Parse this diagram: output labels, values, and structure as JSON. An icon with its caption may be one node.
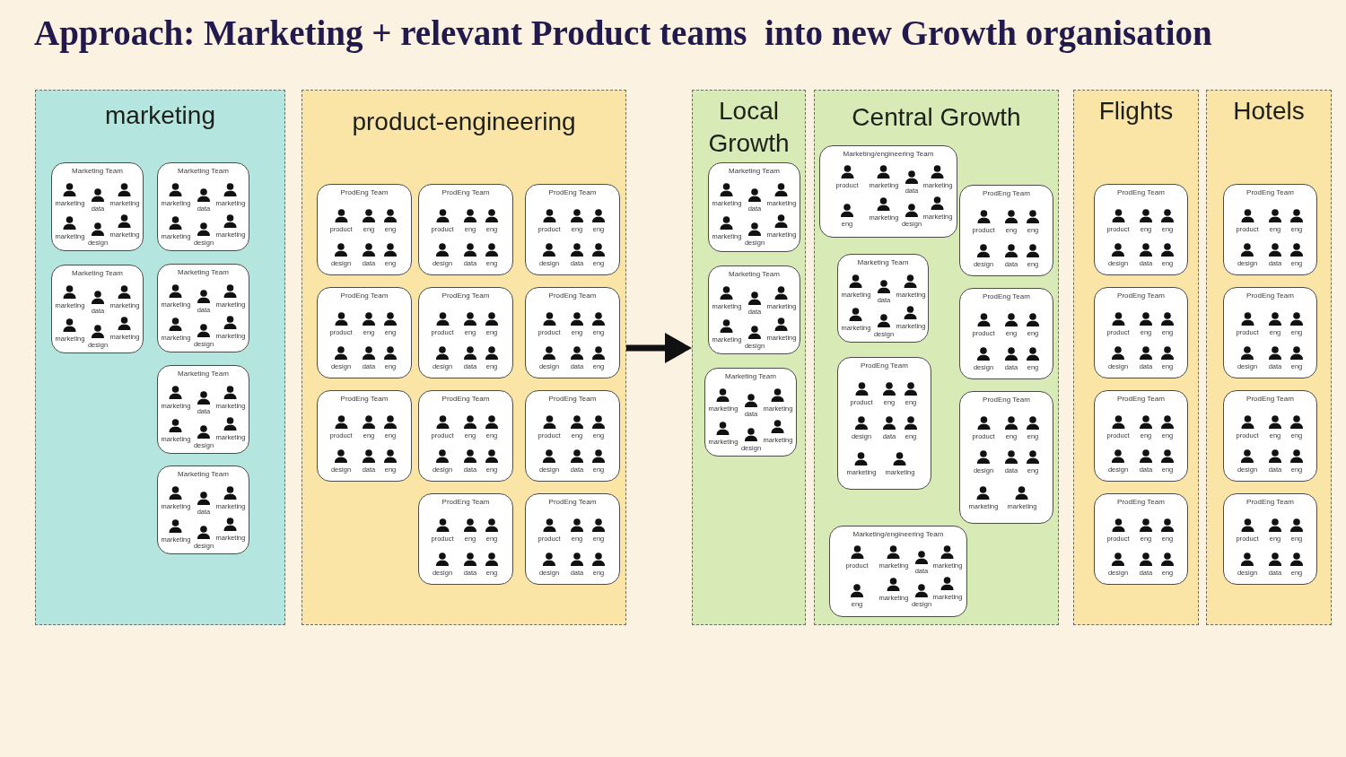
{
  "diagram": {
    "title": "Approach: Marketing + relevant Product teams  into new Growth organisation",
    "nodes": [
      {
        "text": [
          "marketing"
        ]
      },
      {
        "text": [
          "Marketing Team",
          "marketing",
          "data",
          "marketing",
          "marketing",
          "design",
          "marketing"
        ],
        "in": 0
      },
      {
        "text": [
          "Marketing Team",
          "marketing",
          "data",
          "marketing",
          "marketing",
          "design",
          "marketing"
        ],
        "in": 0
      },
      {
        "text": [
          "Marketing Team",
          "marketing",
          "data",
          "marketing",
          "marketing",
          "design",
          "marketing"
        ],
        "in": 0
      },
      {
        "text": [
          "Marketing Team",
          "marketing",
          "data",
          "marketing",
          "marketing",
          "design",
          "marketing"
        ],
        "in": 0
      },
      {
        "text": [
          "Marketing Team",
          "marketing",
          "data",
          "marketing",
          "marketing",
          "design",
          "marketing"
        ],
        "in": 0
      },
      {
        "text": [
          "Marketing Team",
          "marketing",
          "data",
          "marketing",
          "marketing",
          "design",
          "marketing"
        ],
        "in": 0
      },
      {
        "text": [
          "product-engineering"
        ]
      },
      {
        "text": [
          "ProdEng Team",
          "product",
          "eng",
          "eng",
          "design",
          "data",
          "eng"
        ],
        "in": 7
      },
      {
        "text": [
          "ProdEng Team",
          "product",
          "eng",
          "eng",
          "design",
          "data",
          "eng"
        ],
        "in": 7
      },
      {
        "text": [
          "ProdEng Team",
          "product",
          "eng",
          "eng",
          "design",
          "data",
          "eng"
        ],
        "in": 7
      },
      {
        "text": [
          "ProdEng Team",
          "product",
          "eng",
          "eng",
          "design",
          "data",
          "eng"
        ],
        "in": 7
      },
      {
        "text": [
          "ProdEng Team",
          "product",
          "eng",
          "eng",
          "design",
          "data",
          "eng"
        ],
        "in": 7
      },
      {
        "text": [
          "ProdEng Team",
          "product",
          "eng",
          "eng",
          "design",
          "data",
          "eng"
        ],
        "in": 7
      },
      {
        "text": [
          "ProdEng Team",
          "product",
          "eng",
          "eng",
          "design",
          "data",
          "eng"
        ],
        "in": 7
      },
      {
        "text": [
          "ProdEng Team",
          "product",
          "eng",
          "eng",
          "design",
          "data",
          "eng"
        ],
        "in": 7
      },
      {
        "text": [
          "ProdEng Team",
          "product",
          "eng",
          "eng",
          "design",
          "data",
          "eng"
        ],
        "in": 7
      },
      {
        "text": [
          "ProdEng Team",
          "product",
          "eng",
          "eng",
          "design",
          "data",
          "eng"
        ],
        "in": 7
      },
      {
        "text": [
          "ProdEng Team",
          "product",
          "eng",
          "eng",
          "design",
          "data",
          "eng"
        ],
        "in": 7
      },
      {
        "text": [
          "Local Growth"
        ]
      },
      {
        "text": [
          "Marketing Team",
          "marketing",
          "data",
          "marketing",
          "marketing",
          "design",
          "marketing"
        ],
        "in": 19
      },
      {
        "text": [
          "Marketing Team",
          "marketing",
          "data",
          "marketing",
          "marketing",
          "design",
          "marketing"
        ],
        "in": 19
      },
      {
        "text": [
          "Marketing Team",
          "marketing",
          "data",
          "marketing",
          "marketing",
          "design",
          "marketing"
        ],
        "in": 19
      },
      {
        "text": [
          "Central Growth"
        ]
      },
      {
        "text": [
          "Marketing/engineering Team",
          "product",
          "marketing",
          "data",
          "marketing",
          "eng",
          "marketing",
          "design",
          "marketing"
        ],
        "in": 23
      },
      {
        "text": [
          "ProdEng Team",
          "product",
          "eng",
          "eng",
          "design",
          "data",
          "eng"
        ],
        "in": 23
      },
      {
        "text": [
          "Marketing Team",
          "marketing",
          "data",
          "marketing",
          "marketing",
          "design",
          "marketing"
        ],
        "in": 23
      },
      {
        "text": [
          "ProdEng Team",
          "product",
          "eng",
          "eng",
          "design",
          "data",
          "eng"
        ],
        "in": 23
      },
      {
        "text": [
          "ProdEng Team",
          "product",
          "eng",
          "eng",
          "design",
          "data",
          "eng",
          "marketing",
          "marketing"
        ],
        "in": 23
      },
      {
        "text": [
          "ProdEng Team",
          "product",
          "eng",
          "eng",
          "design",
          "data",
          "eng",
          "marketing",
          "marketing"
        ],
        "in": 23
      },
      {
        "text": [
          "Marketing/engineering Team",
          "product",
          "marketing",
          "data",
          "marketing",
          "eng",
          "marketing",
          "design",
          "marketing"
        ],
        "in": 23
      },
      {
        "text": [
          "Flights"
        ]
      },
      {
        "text": [
          "ProdEng Team",
          "product",
          "eng",
          "eng",
          "design",
          "data",
          "eng"
        ],
        "in": 31
      },
      {
        "text": [
          "ProdEng Team",
          "product",
          "eng",
          "eng",
          "design",
          "data",
          "eng"
        ],
        "in": 31
      },
      {
        "text": [
          "ProdEng Team",
          "product",
          "eng",
          "eng",
          "design",
          "data",
          "eng"
        ],
        "in": 31
      },
      {
        "text": [
          "ProdEng Team",
          "product",
          "eng",
          "eng",
          "design",
          "data",
          "eng"
        ],
        "in": 31
      },
      {
        "text": [
          "Hotels"
        ]
      },
      {
        "text": [
          "ProdEng Team",
          "product",
          "eng",
          "eng",
          "design",
          "data",
          "eng"
        ],
        "in": 36
      },
      {
        "text": [
          "ProdEng Team",
          "product",
          "eng",
          "eng",
          "design",
          "data",
          "eng"
        ],
        "in": 36
      },
      {
        "text": [
          "ProdEng Team",
          "product",
          "eng",
          "eng",
          "design",
          "data",
          "eng"
        ],
        "in": 36
      },
      {
        "text": [
          "ProdEng Team",
          "product",
          "eng",
          "eng",
          "design",
          "data",
          "eng"
        ],
        "in": 36
      }
    ],
    "edges": [
      {
        "from": 7,
        "to": 19,
        "arrow": "to"
      }
    ]
  }
}
